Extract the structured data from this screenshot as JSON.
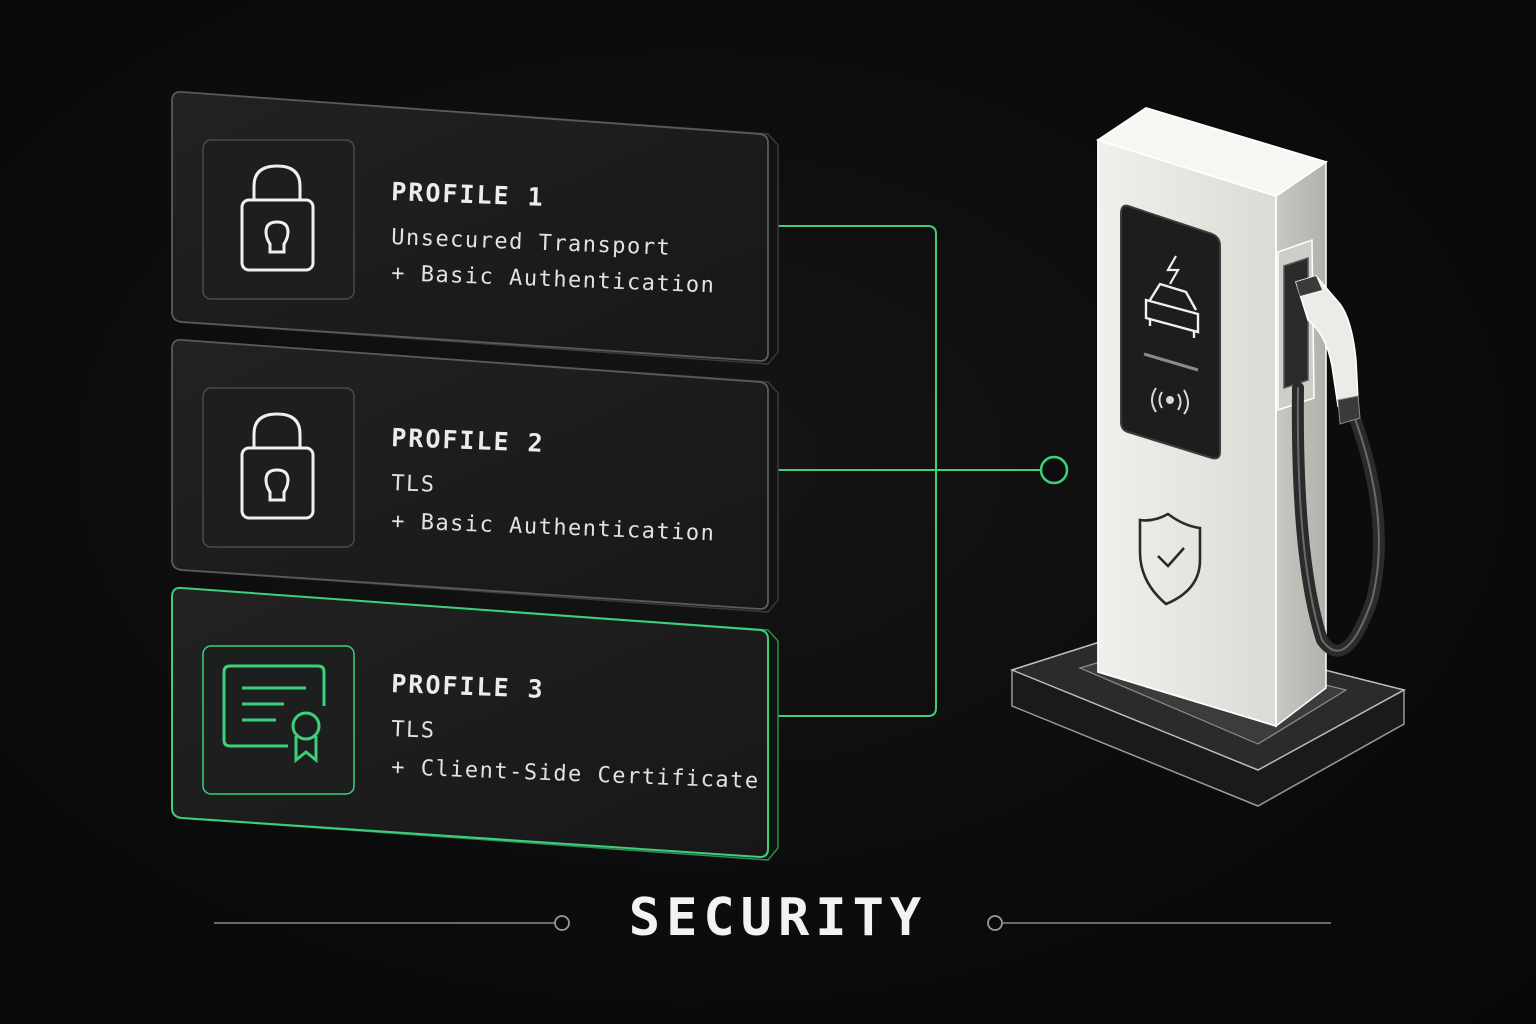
{
  "profiles": [
    {
      "title": "PROFILE 1",
      "line1": "Unsecured Transport",
      "line2": "+ Basic Authentication",
      "icon": "lock-icon"
    },
    {
      "title": "PROFILE 2",
      "line1": "TLS",
      "line2": "+ Basic Authentication",
      "icon": "lock-icon"
    },
    {
      "title": "PROFILE 3",
      "line1": "TLS",
      "line2": "+ Client-Side Certificate",
      "icon": "certificate-icon"
    }
  ],
  "footer": {
    "title": "SECURITY"
  },
  "colors": {
    "accent": "#3ecf7a",
    "panel": "#1b1b1b",
    "background": "#0c0c0c",
    "charger_body": "#e6e4df"
  }
}
